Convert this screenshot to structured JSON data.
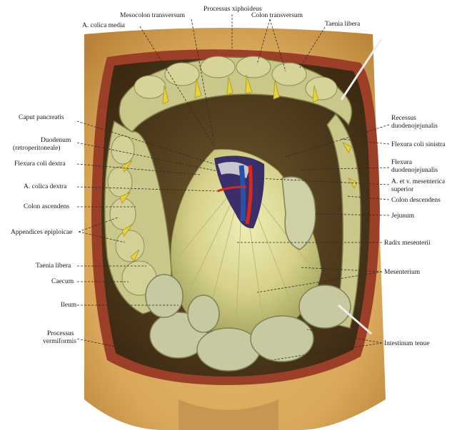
{
  "figure": {
    "labels": {
      "mesocolon_transversum": "Mesocolon transversum",
      "processus_xiphoideus": "Processus xiphoideus",
      "colon_transversum": "Colon transversum",
      "a_colica_media": "A. colica media",
      "taenia_libera_top": "Taenia libera",
      "caput_pancreatis": "Caput pancreatis",
      "duodenum": "Duodenum",
      "duodenum_sub": "(retroperitoneale)",
      "flexura_coli_dextra": "Flexura coli dextra",
      "a_colica_dextra": "A. colica dextra",
      "colon_ascendens": "Colon ascendens",
      "appendices_epiploicae": "Appendices epiploicae",
      "taenia_libera_left": "Taenia libera",
      "caecum": "Caecum",
      "ileum": "Ileum",
      "processus_vermiformis_1": "Processus",
      "processus_vermiformis_2": "vermiformis",
      "recessus_1": "Recessus",
      "recessus_2": "duodenojejunalis",
      "flexura_coli_sinistra": "Flexura coli sinistra",
      "flexura_duodenojejunalis_1": "Flexura",
      "flexura_duodenojejunalis_2": "duodenojejunalis",
      "a_v_mesenterica_1": "A. et v. mesenterica",
      "a_v_mesenterica_2": "superior",
      "colon_descendens": "Colon descendens",
      "jejunum": "Jejunum",
      "radix_mesenterii": "Radix mesenterii",
      "mesenterium": "Mesenterium",
      "intestinum_tenue": "Intestinum tenue"
    },
    "colors": {
      "skin": "#d9a85a",
      "skin_dark": "#b9823a",
      "muscle": "#a8462e",
      "colon": "#c9c78a",
      "colon_shade": "#8f8d55",
      "fat": "#e6d23a",
      "mesentery": "#d6d28a",
      "intestine": "#c7c9a0",
      "artery": "#d8281e",
      "vein": "#2a4fa8",
      "background": "#ffffff"
    }
  }
}
